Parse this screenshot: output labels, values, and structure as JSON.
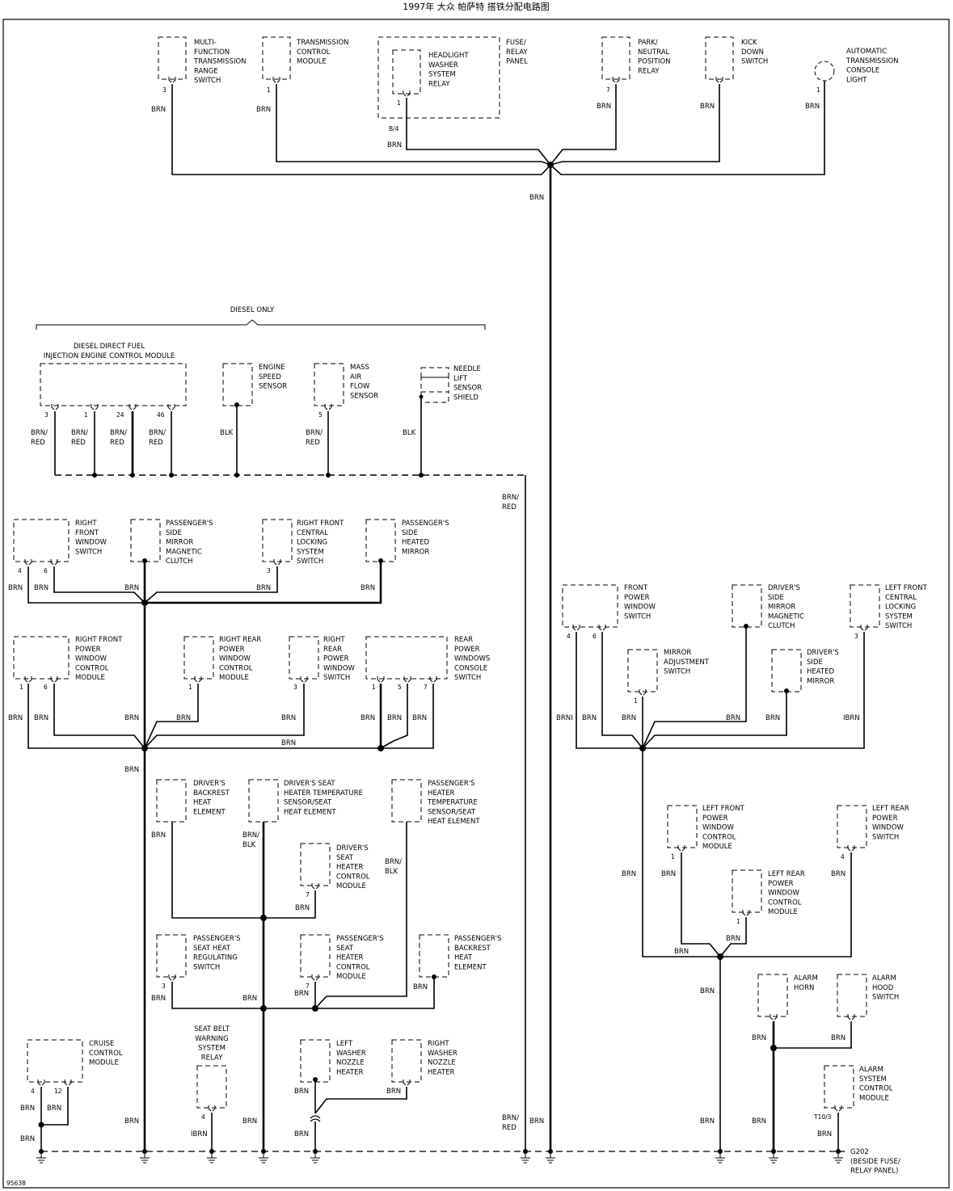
{
  "title": "1997年  大众  帕萨特  搭铁分配电路图",
  "figure_id": "95638",
  "sections": {
    "diesel_only": "DIESEL ONLY"
  },
  "wire_colors": {
    "brn": "BRN",
    "brn_red": "BRN/\nRED",
    "brn_red_inline": "BRN/\nRED",
    "blk": "BLK",
    "brn_blk": "BRN/\nBLK",
    "brni": "BRNI",
    "ibrn": "IBRN",
    "brn_b4": "BRN"
  },
  "components": {
    "mfts": "MULTI-\nFUNCTION\nTRANSMISSION\nRANGE\nSWITCH",
    "tcm": "TRANSMISSION\nCONTROL\nMODULE",
    "frp": "FUSE/\nRELAY\nPANEL",
    "hwsr": "HEADLIGHT\nWASHER\nSYSTEM\nRELAY",
    "pnp": "PARK/\nNEUTRAL\nPOSITION\nRELAY",
    "kds": "KICK\nDOWN\nSWITCH",
    "atcl": "AUTOMATIC\nTRANSMISSION\nCONSOLE\nLIGHT",
    "ecm": "DIESEL DIRECT FUEL\nINJECTION ENGINE CONTROL MODULE",
    "ess": "ENGINE\nSPEED\nSENSOR",
    "maf": "MASS\nAIR\nFLOW\nSENSOR",
    "nls": "NEEDLE\nLIFT\nSENSOR\nSHIELD",
    "rfws": "RIGHT\nFRONT\nWINDOW\nSWITCH",
    "psmmc": "PASSENGER'S\nSIDE\nMIRROR\nMAGNETIC\nCLUTCH",
    "rfcls": "RIGHT FRONT\nCENTRAL\nLOCKING\nSYSTEM\nSWITCH",
    "pshm": "PASSENGER'S\nSIDE\nHEATED\nMIRROR",
    "rfpwcm": "RIGHT FRONT\nPOWER\nWINDOW\nCONTROL\nMODULE",
    "rrpwcm": "RIGHT REAR\nPOWER\nWINDOW\nCONTROL\nMODULE",
    "rrpws": "RIGHT\nREAR\nPOWER\nWINDOW\nSWITCH",
    "rpwcs": "REAR\nPOWER\nWINDOWS\nCONSOLE\nSWITCH",
    "dbhe": "DRIVER'S\nBACKREST\nHEAT\nELEMENT",
    "dsht": "DRIVER'S SEAT\nHEATER TEMPERATURE\nSENSOR/SEAT\nHEAT ELEMENT",
    "psht": "PASSENGER'S\nHEATER\nTEMPERATURE\nSENSOR/SEAT\nHEAT ELEMENT",
    "dshcm": "DRIVER'S\nSEAT\nHEATER\nCONTROL\nMODULE",
    "pshrs": "PASSENGER'S\nSEAT HEAT\nREGULATING\nSWITCH",
    "pshcm": "PASSENGER'S\nSEAT\nHEATER\nCONTROL\nMODULE",
    "pbhe": "PASSENGER'S\nBACKREST\nHEAT\nELEMENT",
    "ccm": "CRUISE\nCONTROL\nMODULE",
    "sbwsr": "SEAT BELT\nWARNING\nSYSTEM\nRELAY",
    "lwnh": "LEFT\nWASHER\nNOZZLE\nHEATER",
    "rwnh": "RIGHT\nWASHER\nNOZZLE\nHEATER",
    "fpws": "FRONT\nPOWER\nWINDOW\nSWITCH",
    "dsmmc": "DRIVER'S\nSIDE\nMIRROR\nMAGNETIC\nCLUTCH",
    "lfcls": "LEFT FRONT\nCENTRAL\nLOCKING\nSYSTEM\nSWITCH",
    "mas": "MIRROR\nADJUSTMENT\nSWITCH",
    "dshm": "DRIVER'S\nSIDE\nHEATED\nMIRROR",
    "lfpwcm": "LEFT FRONT\nPOWER\nWINDOW\nCONTROL\nMODULE",
    "lrpws": "LEFT REAR\nPOWER\nWINDOW\nSWITCH",
    "lrpwcm": "LEFT REAR\nPOWER\nWINDOW\nCONTROL\nMODULE",
    "ah": "ALARM\nHORN",
    "ahs": "ALARM\nHOOD\nSWITCH",
    "ascm": "ALARM\nSYSTEM\nCONTROL\nMODULE",
    "g202": "G202\n(BESIDE FUSE/\nRELAY PANEL)"
  },
  "pins": {
    "p1": "1",
    "p3": "3",
    "p4": "4",
    "p5": "5",
    "p6": "6",
    "p7": "7",
    "p12": "12",
    "p24": "24",
    "p46": "46",
    "b4": "B/4",
    "t103": "T10/3"
  }
}
